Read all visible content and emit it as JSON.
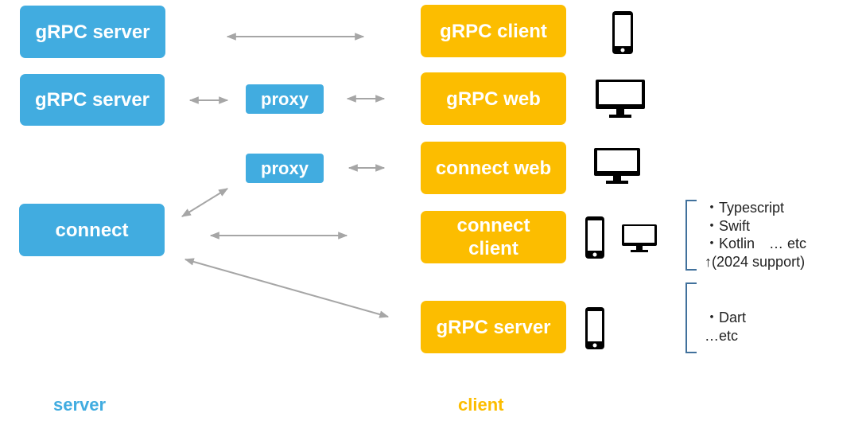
{
  "colors": {
    "server": "#41ACE0",
    "client": "#FCBD00",
    "arrow": "#A6A6A6",
    "bracket": "#41719C",
    "device": "#000000"
  },
  "server_nodes": {
    "grpc_server_1": "gRPC server",
    "grpc_server_2": "gRPC server",
    "connect": "connect"
  },
  "proxies": {
    "proxy_1": "proxy",
    "proxy_2": "proxy"
  },
  "client_nodes": {
    "grpc_client": "gRPC client",
    "grpc_web": "gRPC web",
    "connect_web": "connect web",
    "connect_client": "connect\nclient",
    "grpc_server": "gRPC server"
  },
  "notes": {
    "connect_client_languages": "・Typescript\n・Swift\n・Kotlin　… etc\n↑(2024 support)",
    "grpc_server_languages": "・Dart\n…etc"
  },
  "devices": {
    "grpc_client": [
      "phone-icon"
    ],
    "grpc_web": [
      "monitor-icon"
    ],
    "connect_web": [
      "monitor-icon"
    ],
    "connect_client": [
      "phone-icon",
      "monitor-icon"
    ],
    "grpc_server": [
      "phone-icon"
    ]
  },
  "labels": {
    "server": "server",
    "client": "client"
  }
}
